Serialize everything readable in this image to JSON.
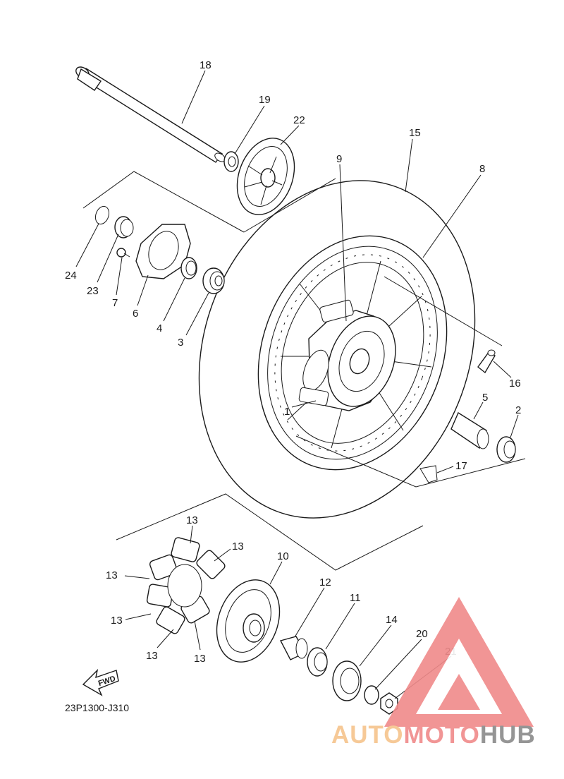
{
  "diagram": {
    "code": "23P1300-J310",
    "fwd_label": "FWD",
    "callouts": [
      {
        "id": "c1",
        "text": "1"
      },
      {
        "id": "c2",
        "text": "2"
      },
      {
        "id": "c3",
        "text": "3"
      },
      {
        "id": "c4",
        "text": "4"
      },
      {
        "id": "c5",
        "text": "5"
      },
      {
        "id": "c6",
        "text": "6"
      },
      {
        "id": "c7",
        "text": "7"
      },
      {
        "id": "c8",
        "text": "8"
      },
      {
        "id": "c9",
        "text": "9"
      },
      {
        "id": "c10",
        "text": "10"
      },
      {
        "id": "c11",
        "text": "11"
      },
      {
        "id": "c12",
        "text": "12"
      },
      {
        "id": "c13a",
        "text": "13"
      },
      {
        "id": "c13b",
        "text": "13"
      },
      {
        "id": "c13c",
        "text": "13"
      },
      {
        "id": "c13d",
        "text": "13"
      },
      {
        "id": "c13e",
        "text": "13"
      },
      {
        "id": "c13f",
        "text": "13"
      },
      {
        "id": "c14",
        "text": "14"
      },
      {
        "id": "c15",
        "text": "15"
      },
      {
        "id": "c16",
        "text": "16"
      },
      {
        "id": "c17",
        "text": "17"
      },
      {
        "id": "c18",
        "text": "18"
      },
      {
        "id": "c19",
        "text": "19"
      },
      {
        "id": "c20",
        "text": "20"
      },
      {
        "id": "c21",
        "text": "21"
      },
      {
        "id": "c22",
        "text": "22"
      },
      {
        "id": "c23",
        "text": "23"
      },
      {
        "id": "c24",
        "text": "24"
      }
    ]
  },
  "watermark": {
    "part1": "AUTO",
    "part2": "MOTO",
    "part3": "HUB",
    "color_light": "#f6c48c",
    "color_red": "#f08a8a",
    "color_gray": "#8a8a8a"
  }
}
